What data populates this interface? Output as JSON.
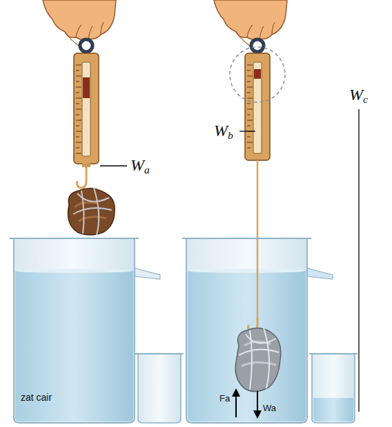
{
  "diagram": {
    "labels": [
      "Wa",
      "Wb",
      "Wc",
      "zat cair",
      "Fa",
      "Wa"
    ]
  }
}
